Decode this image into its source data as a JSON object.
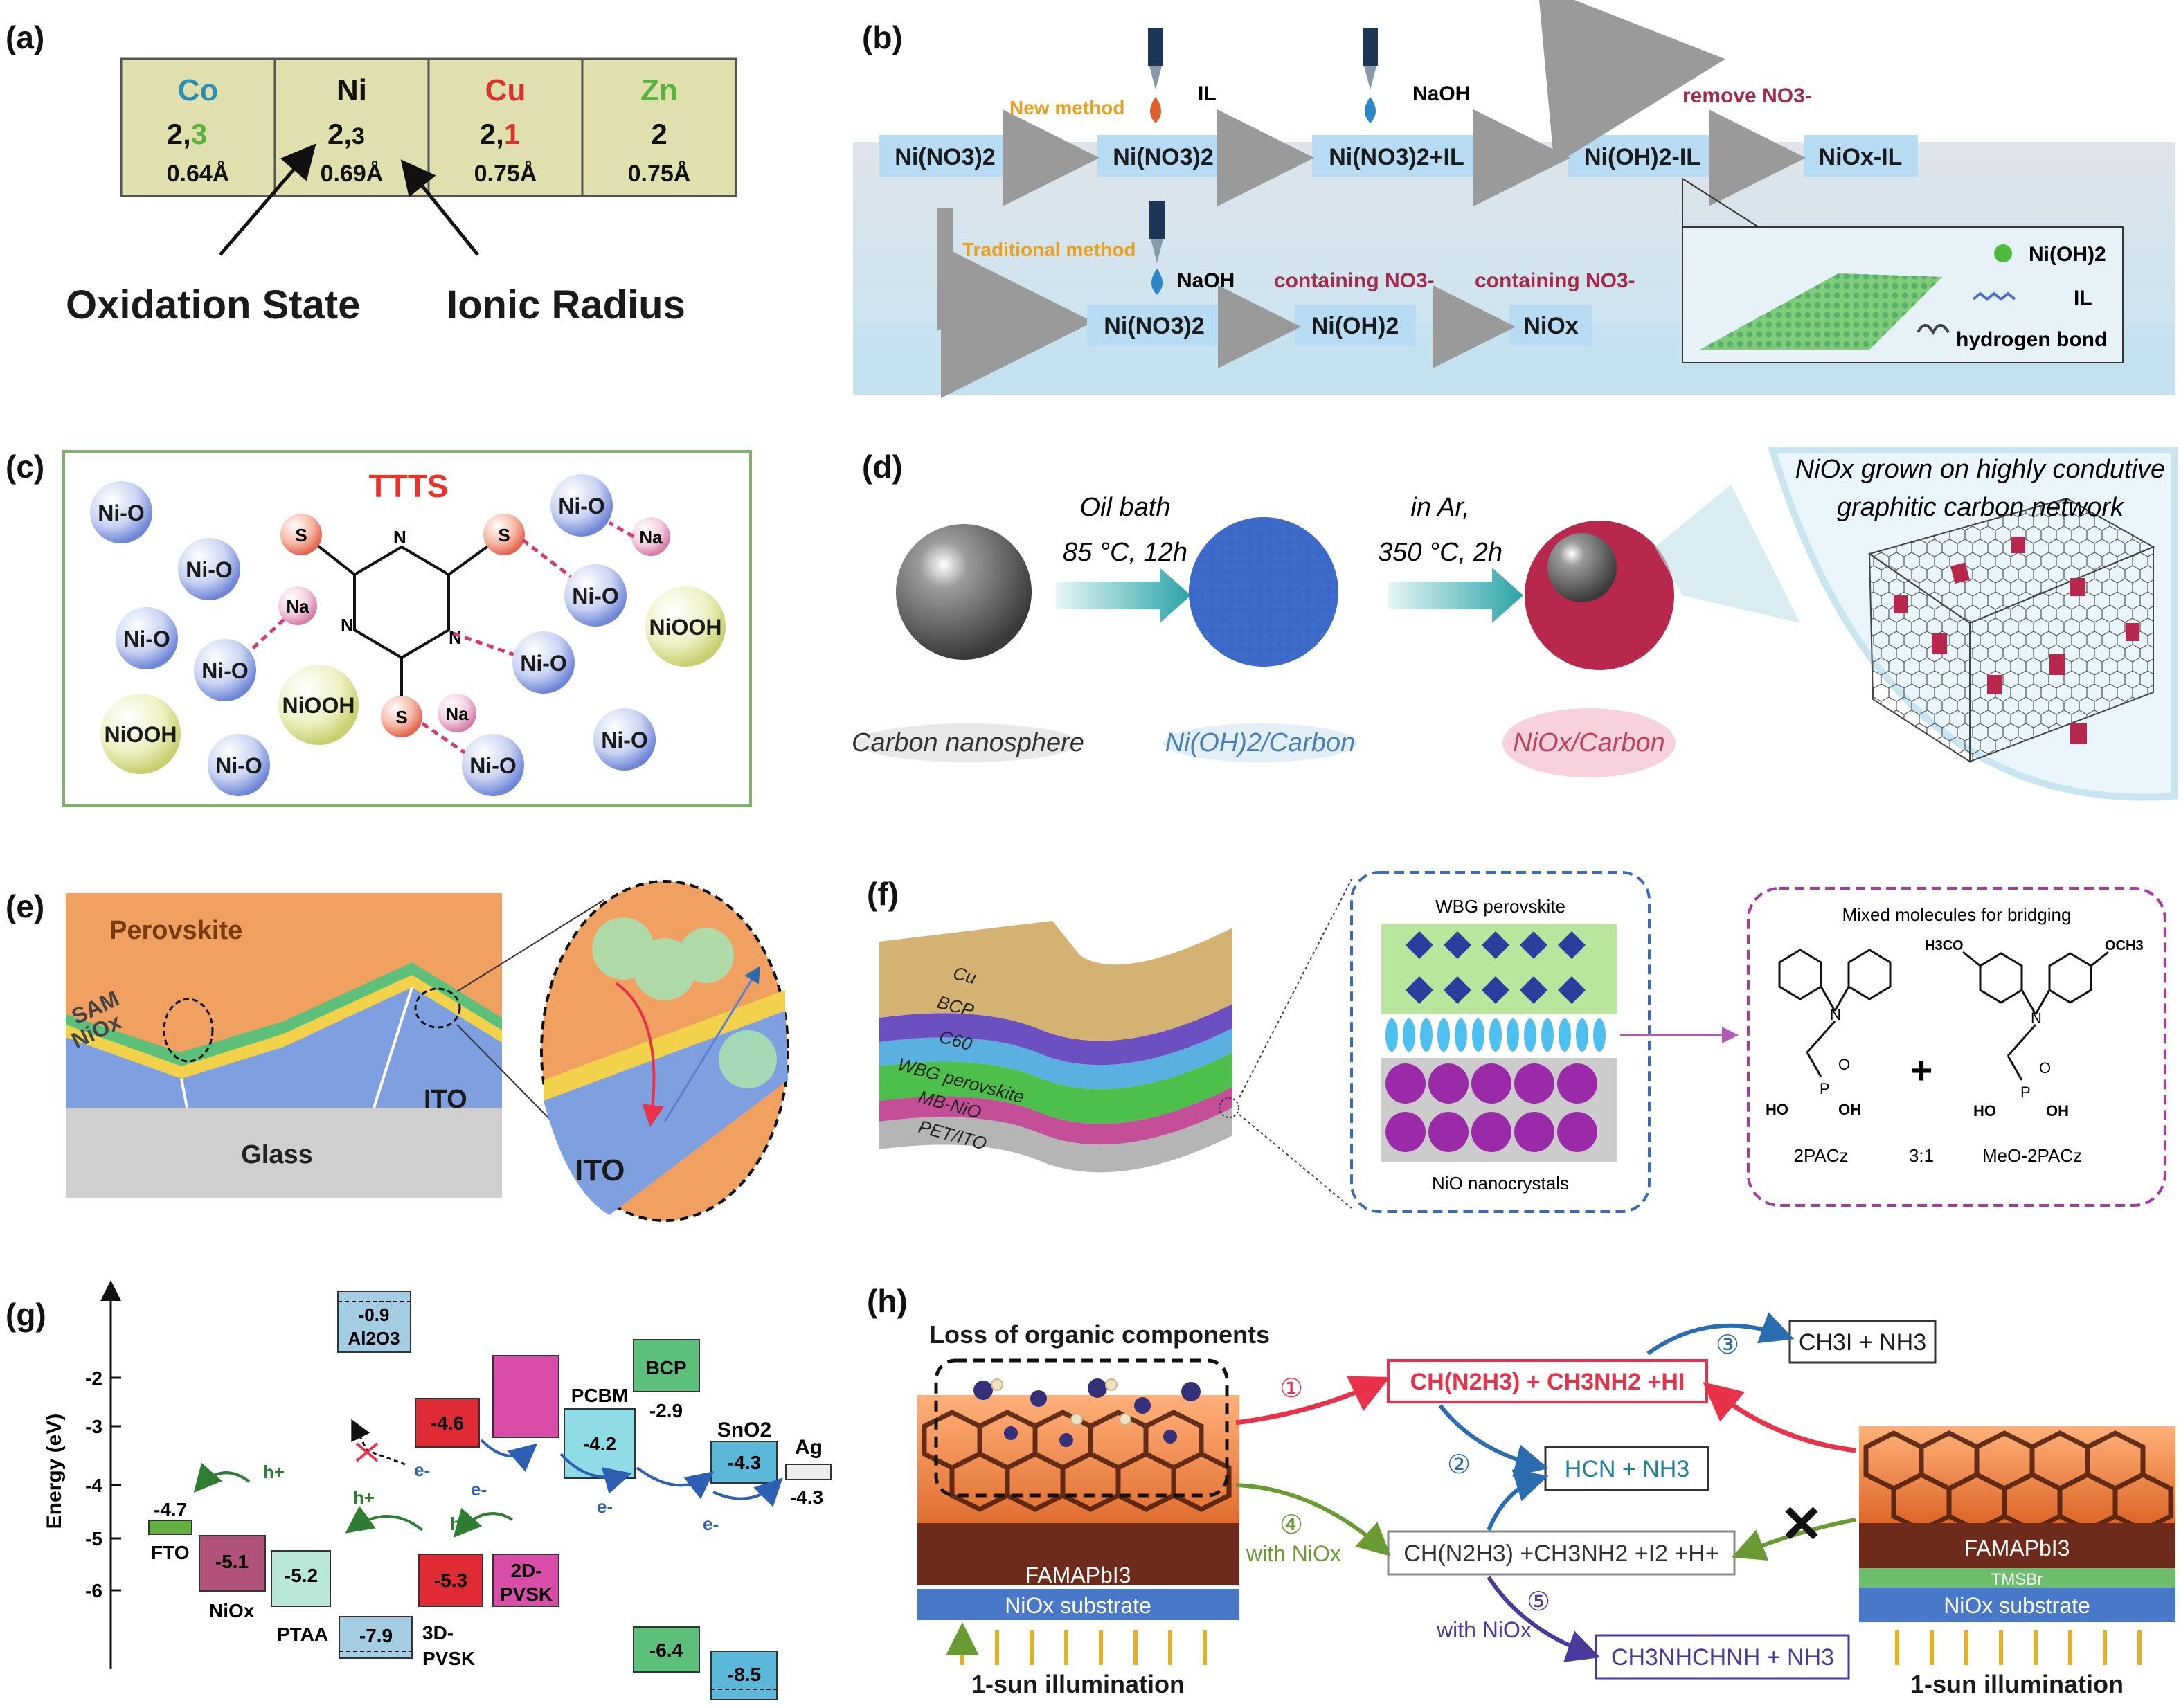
{
  "panel_labels": {
    "a": "(a)",
    "b": "(b)",
    "c": "(c)",
    "d": "(d)",
    "e": "(e)",
    "f": "(f)",
    "g": "(g)",
    "h": "(h)"
  },
  "panel_a": {
    "elements": [
      {
        "symbol": "Co",
        "ox_main": "2,",
        "ox_alt": "3",
        "radius": "0.64Å",
        "color": "#2a8fb0",
        "alt_color": "#5ab33c"
      },
      {
        "symbol": "Ni",
        "ox_main": "2,",
        "ox_alt": "3",
        "radius": "0.69Å",
        "color": "#111111",
        "alt_color": "#111111"
      },
      {
        "symbol": "Cu",
        "ox_main": "2,",
        "ox_alt": "1",
        "radius": "0.75Å",
        "color": "#d8322e",
        "alt_color": "#d8322e"
      },
      {
        "symbol": "Zn",
        "ox_main": "2",
        "ox_alt": "",
        "radius": "0.75Å",
        "color": "#5ab33c",
        "alt_color": "#5ab33c"
      }
    ],
    "label_oxidation": "Oxidation State",
    "label_radius": "Ionic Radius"
  },
  "panel_b": {
    "new_method": "New method",
    "traditional_method": "Traditional method",
    "top_flow": [
      "Ni(NO3)2",
      "Ni(NO3)2",
      "Ni(NO3)2+IL",
      "Ni(OH)2-IL",
      "NiOx-IL"
    ],
    "bottom_flow": [
      "Ni(NO3)2",
      "Ni(OH)2",
      "NiOx"
    ],
    "dropper_il": "IL",
    "dropper_naoh": "NaOH",
    "dropper_naoh2": "NaOH",
    "remove_no3": "remove NO3-",
    "containing_1": "containing NO3-",
    "containing_2": "containing NO3-",
    "legend": [
      "Ni(OH)2",
      "IL",
      "hydrogen bond"
    ]
  },
  "panel_c": {
    "title": "TTTS",
    "species": [
      "Ni-O",
      "Ni-O",
      "Ni-O",
      "Ni-O",
      "Ni-O",
      "Ni-O",
      "Ni-O",
      "Ni-O",
      "Ni-O",
      "NiOOH",
      "NiOOH",
      "NiOOH"
    ],
    "na": "Na",
    "s": "S",
    "n": "N"
  },
  "panel_d": {
    "step1_line1": "Oil bath",
    "step1_line2": "85 °C, 12h",
    "step2_line1": "in Ar,",
    "step2_line2": "350 °C, 2h",
    "label1": "Carbon nanosphere",
    "label2": "Ni(OH)2/Carbon",
    "label3": "NiOx/Carbon",
    "zoom_caption_1": "NiOx grown on highly condutive",
    "zoom_caption_2": "graphitic carbon network"
  },
  "panel_e": {
    "perovskite": "Perovskite",
    "sam": "SAM",
    "niox": "NiOx",
    "ito": "ITO",
    "glass": "Glass",
    "ito_zoom": "ITO"
  },
  "panel_f": {
    "layers": [
      "Cu",
      "BCP",
      "C60",
      "WBG perovskite",
      "MB-NiO",
      "PET/ITO"
    ],
    "wbg_perovskite": "WBG perovskite",
    "nio_nanocrystals": "NiO nanocrystals",
    "bridging_title": "Mixed molecules for bridging",
    "mol1": "2PACz",
    "ratio": "3:1",
    "mol2": "MeO-2PACz",
    "ho": "HO",
    "oh": "OH",
    "o": "O",
    "p": "P",
    "n": "N",
    "h3co": "H3CO",
    "och3": "OCH3"
  },
  "panel_g": {
    "y_axis_label": "Energy (eV)",
    "y_ticks": [
      "-2",
      "-3",
      "-4",
      "-5",
      "-6"
    ],
    "boxes": [
      {
        "name": "FTO",
        "value": "-4.7",
        "color": "#63b041"
      },
      {
        "name": "NiOx",
        "value": "-5.1",
        "color": "#b0527a"
      },
      {
        "name": "PTAA",
        "value": "-5.2",
        "color": "#b8e8d8"
      },
      {
        "name": "PTAA_low",
        "value": "-7.9",
        "color": "#a4cde4"
      },
      {
        "name": "Al2O3",
        "value": "-0.9",
        "color": "#a4cde4"
      },
      {
        "name": "3D-PVSK_top",
        "value": "-4.6",
        "color": "#e02a34"
      },
      {
        "name": "3D-PVSK",
        "value": "-5.3",
        "color": "#e02a34"
      },
      {
        "name": "2D-PVSK",
        "value": "",
        "color": "#d94ca8"
      },
      {
        "name": "PCBM",
        "value": "-4.2",
        "color": "#8fdbe6"
      },
      {
        "name": "BCP",
        "value": "-2.9",
        "color": "#5dc07a"
      },
      {
        "name": "BCP_low",
        "value": "-6.4",
        "color": "#5dc07a"
      },
      {
        "name": "SnO2",
        "value": "-4.3",
        "color": "#5cb8d8"
      },
      {
        "name": "SnO2_low",
        "value": "-8.5",
        "color": "#5cb8d8"
      },
      {
        "name": "Ag",
        "value": "-4.3",
        "color": "#dddddd"
      }
    ],
    "labels": {
      "fto": "FTO",
      "niox": "NiOx",
      "ptaa": "PTAA",
      "al2o3": "Al2O3",
      "pvsk3d": "3D-PVSK",
      "pvsk2d": "2D-PVSK",
      "pcbm": "PCBM",
      "bcp": "BCP",
      "sno2": "SnO2",
      "ag": "Ag"
    },
    "carriers": {
      "h": "h+",
      "e": "e-"
    }
  },
  "panel_h": {
    "loss_title": "Loss of organic components",
    "product1": "CH(N2H3) + CH3NH2 +HI",
    "product2": "CH3I + NH3",
    "product3": "HCN + NH3",
    "product4": "CH(N2H3) +CH3NH2 +I2 +H+",
    "product5": "CH3NHCHNH + NH3",
    "step_nums": [
      "①",
      "②",
      "③",
      "④",
      "⑤"
    ],
    "with_niox_1": "with NiOx",
    "with_niox_2": "with NiOx",
    "famapbi3_left": "FAMAPbI3",
    "substrate_left": "NiOx substrate",
    "illum_left": "1-sun illumination",
    "famapbi3_right": "FAMAPbI3",
    "tmsbr": "TMSBr",
    "substrate_right": "NiOx substrate",
    "illum_right": "1-sun illumination"
  }
}
